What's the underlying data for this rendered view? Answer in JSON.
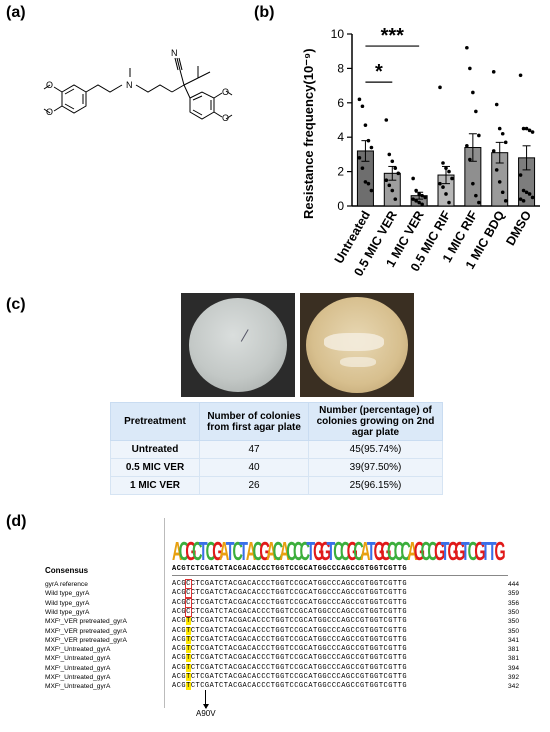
{
  "panels": {
    "a": "(a)",
    "b": "(b)",
    "c": "(c)",
    "d": "(d)"
  },
  "panel_a": {
    "atoms": {
      "n": "N",
      "cn": "N"
    }
  },
  "chart_data": {
    "type": "bar",
    "ylabel": "Resistance frequency(10⁻⁹)",
    "ylim": [
      0,
      10
    ],
    "yticks": [
      0,
      2,
      4,
      6,
      8,
      10
    ],
    "categories": [
      "Untreated",
      "0.5 MIC VER",
      "1 MIC VER",
      "0.5 MIC RIF",
      "1 MIC RIF",
      "1 MIC BDQ",
      "DMSO"
    ],
    "values": [
      3.2,
      1.9,
      0.6,
      1.8,
      3.4,
      3.1,
      2.8
    ],
    "errors": [
      0.6,
      0.4,
      0.2,
      0.5,
      0.8,
      0.6,
      0.7
    ],
    "points": [
      [
        6.2,
        5.8,
        4.7,
        3.8,
        3.4,
        2.8,
        2.2,
        1.4,
        1.3,
        0.9
      ],
      [
        5.0,
        3.0,
        2.6,
        2.2,
        1.9,
        1.5,
        1.2,
        0.9,
        0.4
      ],
      [
        1.6,
        0.9,
        0.7,
        0.6,
        0.5,
        0.4,
        0.3,
        0.2,
        0.1
      ],
      [
        6.9,
        2.5,
        2.2,
        2.0,
        1.6,
        1.3,
        1.1,
        0.7,
        0.2
      ],
      [
        9.2,
        8.0,
        6.6,
        5.5,
        4.1,
        3.5,
        2.7,
        1.3,
        0.6,
        0.2
      ],
      [
        7.8,
        5.9,
        4.5,
        4.2,
        3.7,
        3.2,
        2.1,
        1.4,
        0.8,
        0.3
      ],
      [
        7.6,
        4.5,
        4.5,
        4.4,
        4.3,
        1.8,
        0.9,
        0.8,
        0.7,
        0.5,
        0.4,
        0.3
      ]
    ],
    "significance": [
      {
        "label": "***",
        "from": 0,
        "to": 2
      },
      {
        "label": "*",
        "from": 0,
        "to": 1
      }
    ],
    "bar_colors": [
      "#6e6e6e",
      "#9e9e9e",
      "#8a8a8a",
      "#b8b8b8",
      "#8f8f8f",
      "#9a9a9a",
      "#7d7d7d"
    ]
  },
  "table": {
    "headers": [
      "Pretreatment",
      "Number of colonies from first agar plate",
      "Number (percentage) of colonies growing on 2nd agar plate"
    ],
    "rows": [
      [
        "Untreated",
        "47",
        "45(95.74%)"
      ],
      [
        "0.5 MIC VER",
        "40",
        "39(97.50%)"
      ],
      [
        "1 MIC VER",
        "26",
        "25(96.15%)"
      ]
    ]
  },
  "alignment": {
    "consensus_label": "Consensus",
    "consensus_seq": "ACGTCTCGATCTACGACACCCTGGTCCGCATGGCCCAGCCGTGGTCGTTG",
    "logo_seq": "ACGCTCGATCTACGACACCCTGGTCCGCATGGCCCAGCCGTGGTCGTTG",
    "rows": [
      {
        "name": "gyrA reference",
        "seq": "ACGCCTCGATCTACGACACCCTGGTCCGCATGGCCCAGCCGTGGTCGTTG",
        "num": "444",
        "mut": false
      },
      {
        "name": "Wild type_gyrA",
        "seq": "ACGCCTCGATCTACGACACCCTGGTCCGCATGGCCCAGCCGTGGTCGTTG",
        "num": "359",
        "mut": false
      },
      {
        "name": "Wild type_gyrA",
        "seq": "ACGCCTCGATCTACGACACCCTGGTCCGCATGGCCCAGCCGTGGTCGTTG",
        "num": "356",
        "mut": false
      },
      {
        "name": "Wild type_gyrA",
        "seq": "ACGCCTCGATCTACGACACCCTGGTCCGCATGGCCCAGCCGTGGTCGTTG",
        "num": "350",
        "mut": false
      },
      {
        "name": "MXFʳ_VER pretreated_gyrA",
        "seq": "ACGTCTCGATCTACGACACCCTGGTCCGCATGGCCCAGCCGTGGTCGTTG",
        "num": "350",
        "mut": true
      },
      {
        "name": "MXFʳ_VER pretreated_gyrA",
        "seq": "ACGTCTCGATCTACGACACCCTGGTCCGCATGGCCCAGCCGTGGTCGTTG",
        "num": "350",
        "mut": true
      },
      {
        "name": "MXFʳ_VER pretreated_gyrA",
        "seq": "ACGTCTCGATCTACGACACCCTGGTCCGCATGGCCCAGCCGTGGTCGTTG",
        "num": "341",
        "mut": true
      },
      {
        "name": "MXFʳ_Untreated_gyrA",
        "seq": "ACGTCTCGATCTACGACACCCTGGTCCGCATGGCCCAGCCGTGGTCGTTG",
        "num": "381",
        "mut": true
      },
      {
        "name": "MXFʳ_Untreated_gyrA",
        "seq": "ACGTCTCGATCTACGACACCCTGGTCCGCATGGCCCAGCCGTGGTCGTTG",
        "num": "381",
        "mut": true
      },
      {
        "name": "MXFʳ_Untreated_gyrA",
        "seq": "ACGTCTCGATCTACGACACCCTGGTCCGCATGGCCCAGCCGTGGTCGTTG",
        "num": "394",
        "mut": true
      },
      {
        "name": "MXFʳ_Untreated_gyrA",
        "seq": "ACGTCTCGATCTACGACACCCTGGTCCGCATGGCCCAGCCGTGGTCGTTG",
        "num": "392",
        "mut": true
      },
      {
        "name": "MXFʳ_Untreated_gyrA",
        "seq": "ACGTCTCGATCTACGACACCCTGGTCCGCATGGCCCAGCCGTGGTCGTTG",
        "num": "342",
        "mut": true
      }
    ],
    "mutation_label": "A90V",
    "colors": {
      "A": "#e8a010",
      "C": "#3cae3c",
      "G": "#e01a1a",
      "T": "#3a6fe8"
    }
  }
}
